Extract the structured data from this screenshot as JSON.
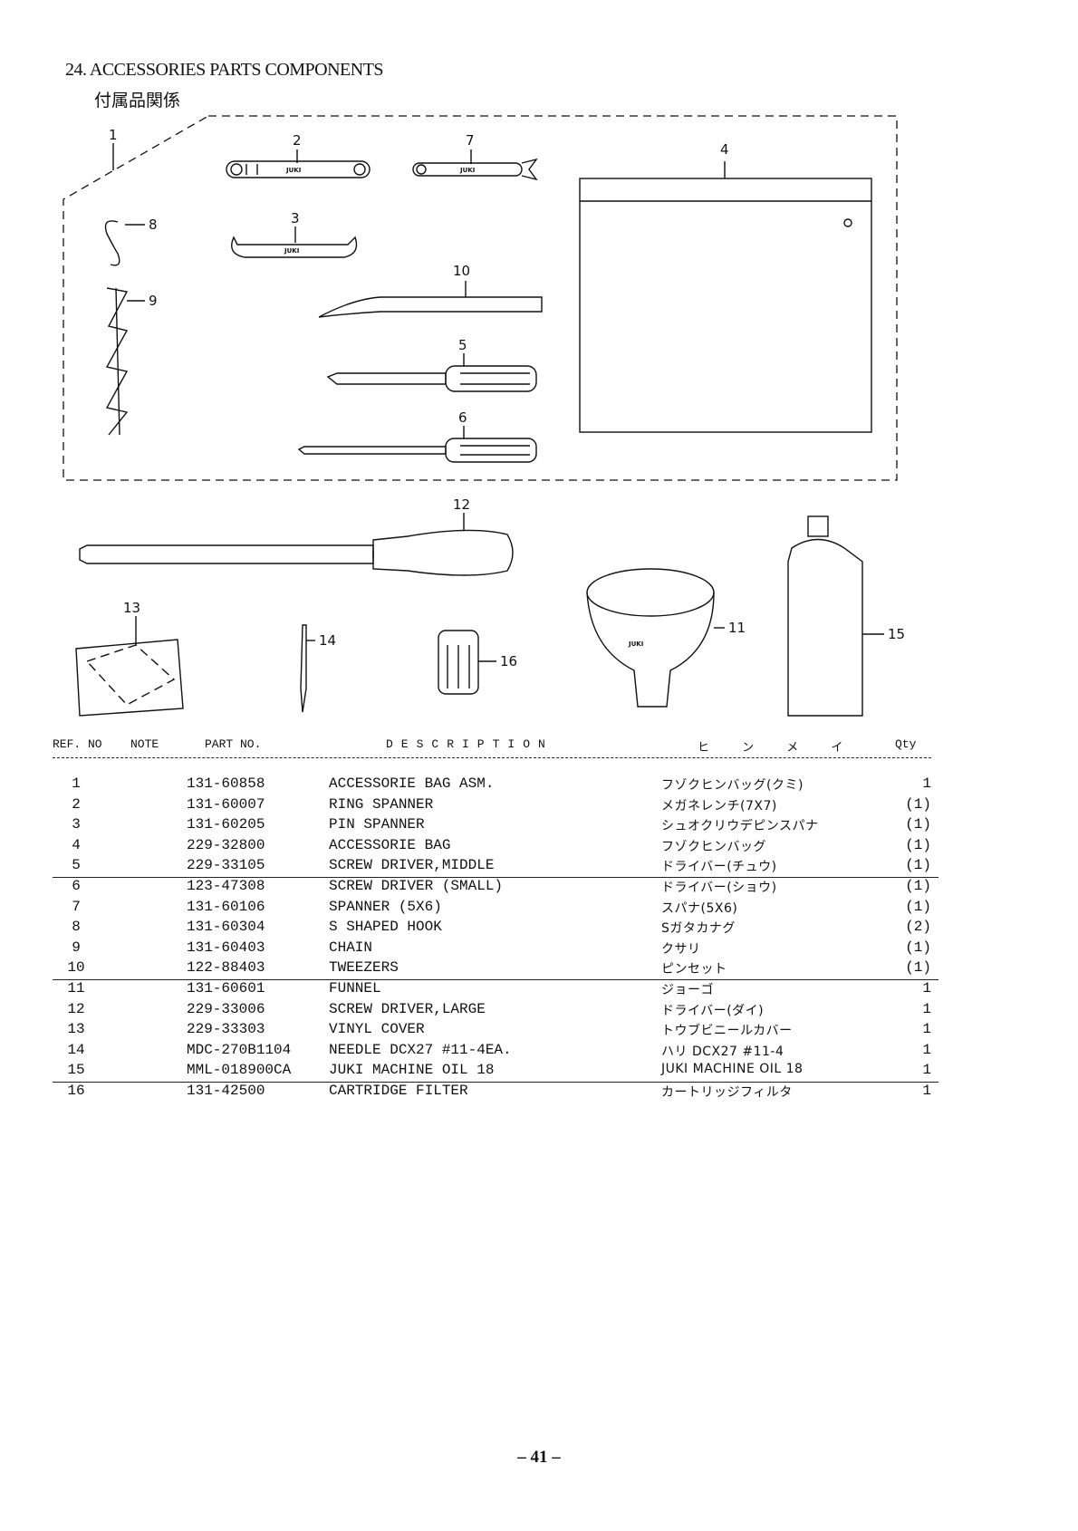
{
  "heading": {
    "title": "24. ACCESSORIES PARTS COMPONENTS",
    "subtitle": "付属品関係"
  },
  "figure": {
    "callouts": [
      "1",
      "2",
      "3",
      "4",
      "5",
      "6",
      "7",
      "8",
      "9",
      "10",
      "11",
      "12",
      "13",
      "14",
      "15",
      "16"
    ],
    "brand_mark": "JUKI"
  },
  "table": {
    "headers": {
      "ref": "REF. NO",
      "note": "NOTE",
      "part": "PART NO.",
      "desc": "DESCRIPTION",
      "kana": "ヒ ン メ イ",
      "qty": "Qty"
    },
    "rows": [
      {
        "ref": "1",
        "part": "131-60858",
        "desc": "ACCESSORIE BAG ASM.",
        "kana": "フゾクヒンバッグ(クミ)",
        "qty": "1"
      },
      {
        "ref": "2",
        "part": "131-60007",
        "desc": "RING SPANNER",
        "kana": "メガネレンチ(7X7)",
        "qty": "(1)"
      },
      {
        "ref": "3",
        "part": "131-60205",
        "desc": "PIN SPANNER",
        "kana": "シュオクリウデピンスパナ",
        "qty": "(1)"
      },
      {
        "ref": "4",
        "part": "229-32800",
        "desc": "ACCESSORIE BAG",
        "kana": "フゾクヒンバッグ",
        "qty": "(1)"
      },
      {
        "ref": "5",
        "part": "229-33105",
        "desc": "SCREW DRIVER,MIDDLE",
        "kana": "ドライバー(チュウ)",
        "qty": "(1)"
      },
      {
        "ref": "6",
        "part": "123-47308",
        "desc": "SCREW DRIVER (SMALL)",
        "kana": "ドライバー(ショウ)",
        "qty": "(1)"
      },
      {
        "ref": "7",
        "part": "131-60106",
        "desc": "SPANNER (5X6)",
        "kana": "スパナ(5X6)",
        "qty": "(1)"
      },
      {
        "ref": "8",
        "part": "131-60304",
        "desc": "S SHAPED HOOK",
        "kana": "Sガタカナグ",
        "qty": "(2)"
      },
      {
        "ref": "9",
        "part": "131-60403",
        "desc": "CHAIN",
        "kana": "クサリ",
        "qty": "(1)"
      },
      {
        "ref": "10",
        "part": "122-88403",
        "desc": "TWEEZERS",
        "kana": "ピンセット",
        "qty": "(1)"
      },
      {
        "ref": "11",
        "part": "131-60601",
        "desc": "FUNNEL",
        "kana": "ジョーゴ",
        "qty": "1"
      },
      {
        "ref": "12",
        "part": "229-33006",
        "desc": "SCREW DRIVER,LARGE",
        "kana": "ドライバー(ダイ)",
        "qty": "1"
      },
      {
        "ref": "13",
        "part": "229-33303",
        "desc": "VINYL COVER",
        "kana": "トウブビニールカバー",
        "qty": "1"
      },
      {
        "ref": "14",
        "part": "MDC-270B1104",
        "desc": "NEEDLE DCX27 #11-4EA.",
        "kana": "ハリ DCX27 #11-4",
        "qty": "1"
      },
      {
        "ref": "15",
        "part": "MML-018900CA",
        "desc": "JUKI MACHINE OIL 18",
        "kana": "JUKI MACHINE OIL 18",
        "qty": "1"
      },
      {
        "ref": "16",
        "part": "131-42500",
        "desc": "CARTRIDGE FILTER",
        "kana": "カートリッジフィルタ",
        "qty": "1"
      }
    ]
  },
  "footer": {
    "page_number": "– 41 –"
  }
}
